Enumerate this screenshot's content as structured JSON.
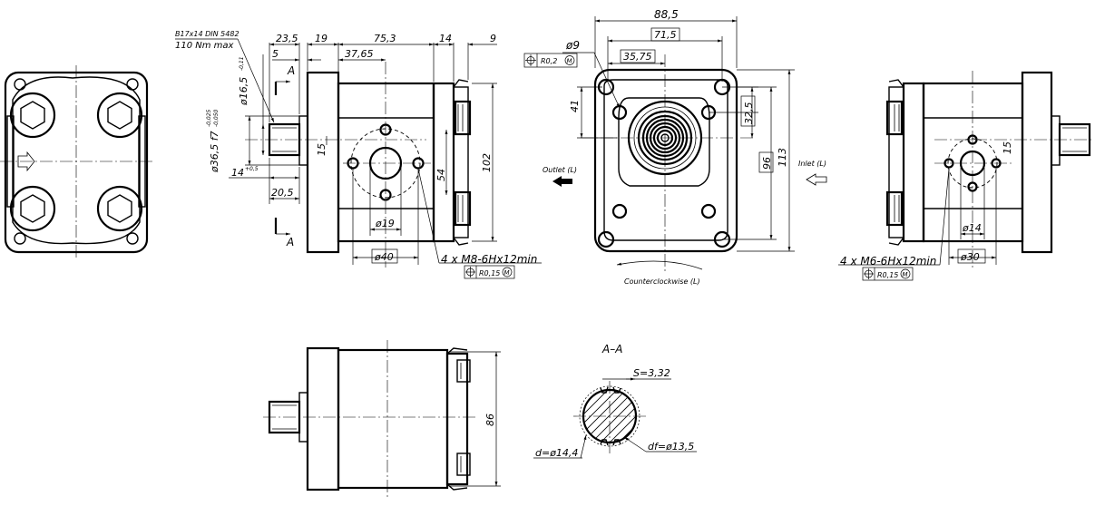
{
  "dims": {
    "d_23_5": "23,5",
    "d_19": "19",
    "d_75_3": "75,3",
    "d_14": "14",
    "d_9": "9",
    "d_5": "5",
    "d_37_65": "37,65",
    "d_A_top": "A",
    "d_A_bottom": "A",
    "key_spec": "B17x14 DIN 5482",
    "torque": "110 Nm max",
    "d_phi16_5": "ø16,5",
    "d_phi16_5_tol": "-0,11",
    "d_phi36_5": "ø36,5 f7",
    "d_phi36_5_tol_a": "-0,025",
    "d_phi36_5_tol_b": "-0,050",
    "d_14_05": "14",
    "d_14_05_tol": "+0,5",
    "d_20_5": "20,5",
    "d_15_left": "15",
    "d_54": "54",
    "d_102": "102",
    "d_phi19": "ø19",
    "d_phi40": "ø40",
    "thread_left": "4  x  M8-6Hx12min",
    "pos_tol_left": "R0,15",
    "d_88_5": "88,5",
    "d_71_5": "71,5",
    "d_35_75": "35,75",
    "d_phi9": "ø9",
    "pos_tol_front": "R0,2",
    "d_41": "41",
    "d_32_5": "32,5",
    "d_96": "96",
    "d_113": "113",
    "outlet": "Outlet (L)",
    "inlet": "Inlet (L)",
    "rotation": "Counterclockwise (L)",
    "d_15_right": "15",
    "d_phi14": "ø14",
    "d_phi30": "ø30",
    "thread_right": "4  x  M6-6Hx12min",
    "pos_tol_right": "R0,15",
    "d_86": "86",
    "section_title": "A–A",
    "s_value": "S=3,32",
    "d_value": "d=ø14,4",
    "df_value": "df=ø13,5",
    "m_symbol": "M"
  }
}
